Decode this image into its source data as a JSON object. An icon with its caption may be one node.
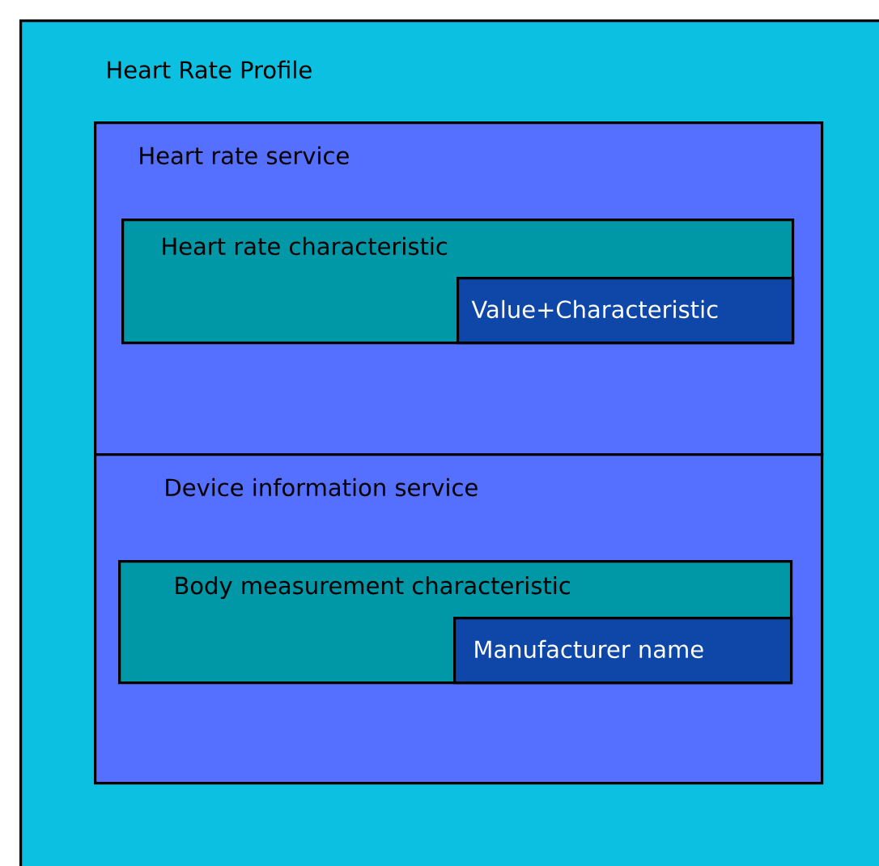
{
  "diagram": {
    "nodes": [
      {
        "text": [
          "Heart Rate Profile"
        ]
      },
      {
        "text": [
          "Heart rate service"
        ],
        "in": 0
      },
      {
        "text": [
          "Heart rate characteristic"
        ],
        "in": 1
      },
      {
        "text": [
          "Value+Characteristic"
        ],
        "in": 2
      },
      {
        "text": [
          "Device information service"
        ],
        "in": 0
      },
      {
        "text": [
          "Body measurement characteristic"
        ],
        "in": 4
      },
      {
        "text": [
          "Manufacturer name"
        ],
        "in": 5
      }
    ]
  }
}
